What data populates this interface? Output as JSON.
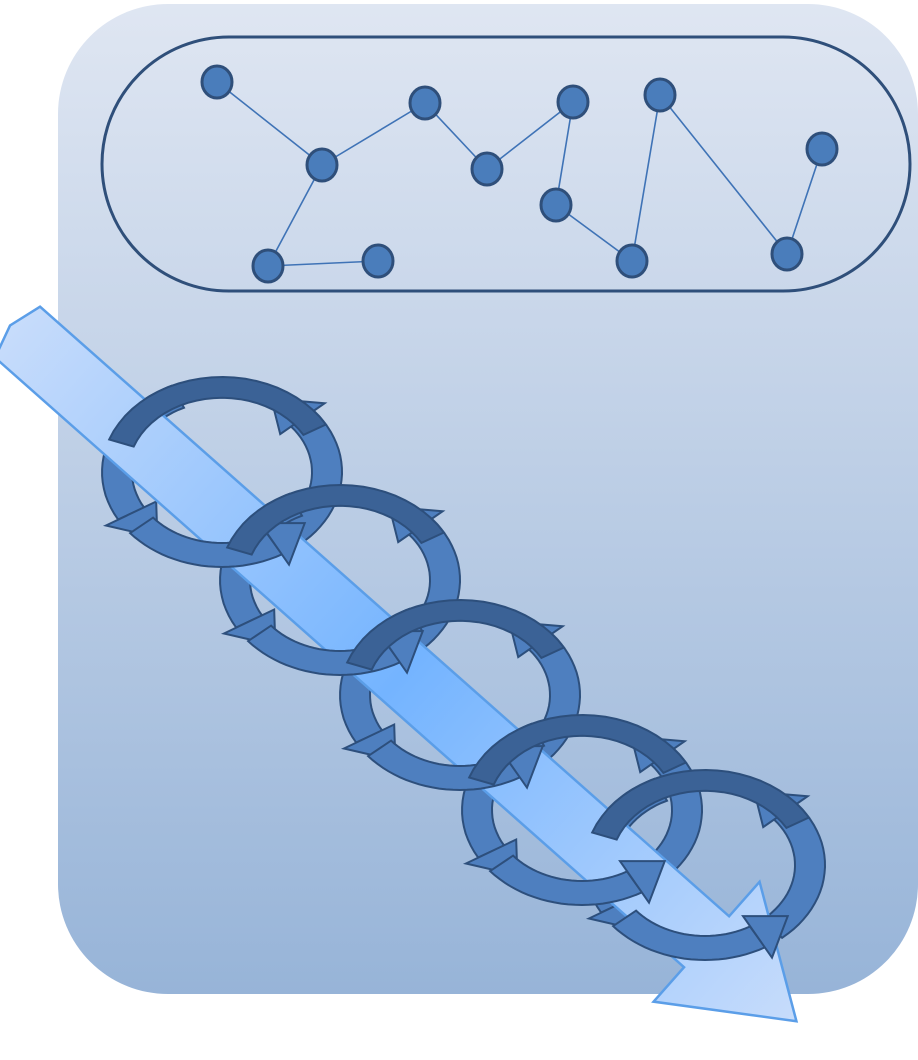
{
  "diagram": {
    "colors": {
      "panel_top": "#dfe6f2",
      "panel_bottom": "#97b4d8",
      "outline": "#2f4f7a",
      "node_fill": "#4a7dbb",
      "edge": "#3f73b6",
      "cycle_fill": "#4e7fbf",
      "cycle_dark": "#3b6296",
      "cycle_stroke": "#2d4f7c",
      "arrow_light": "#c7dcfb",
      "arrow_mid": "#74b4ff",
      "arrow_stroke": "#5b9ee8"
    },
    "network": {
      "nodes": [
        "n1",
        "n2",
        "n3",
        "n4",
        "n5",
        "n6",
        "n7",
        "n8",
        "n9",
        "n10",
        "n11",
        "n12"
      ],
      "edges": [
        [
          "n1",
          "n3"
        ],
        [
          "n3",
          "n4"
        ],
        [
          "n4",
          "n6"
        ],
        [
          "n6",
          "n7"
        ],
        [
          "n7",
          "n8"
        ],
        [
          "n8",
          "n9"
        ],
        [
          "n9",
          "n10"
        ],
        [
          "n10",
          "n11"
        ],
        [
          "n11",
          "n12"
        ],
        [
          "n3",
          "n2"
        ],
        [
          "n2",
          "n5"
        ]
      ]
    },
    "cycles": [
      "cycle-1",
      "cycle-2",
      "cycle-3",
      "cycle-4",
      "cycle-5"
    ],
    "main_arrow": {
      "direction": "diagonal-down-right"
    }
  }
}
